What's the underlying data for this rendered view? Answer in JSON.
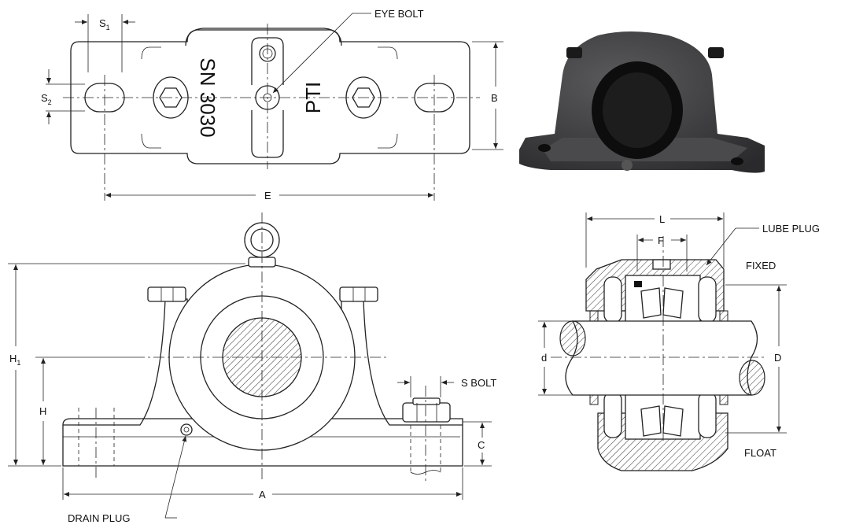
{
  "labels": {
    "s1": "S",
    "s1_sub": "1",
    "s2": "S",
    "s2_sub": "2",
    "eye_bolt": "EYE BOLT",
    "b": "B",
    "e": "E",
    "housing_marking": "SN 3030",
    "brand_marking": "PTI",
    "h1": "H",
    "h1_sub": "1",
    "h": "H",
    "s_bolt": "S BOLT",
    "c": "C",
    "a": "A",
    "drain_plug": "DRAIN PLUG",
    "l": "L",
    "f": "F",
    "lube_plug": "LUBE PLUG",
    "fixed": "FIXED",
    "float": "FLOAT",
    "d_small": "d",
    "d_large": "D"
  },
  "colors": {
    "line": "#222222",
    "photo_body": "#3a3a3c",
    "background": "#ffffff"
  }
}
